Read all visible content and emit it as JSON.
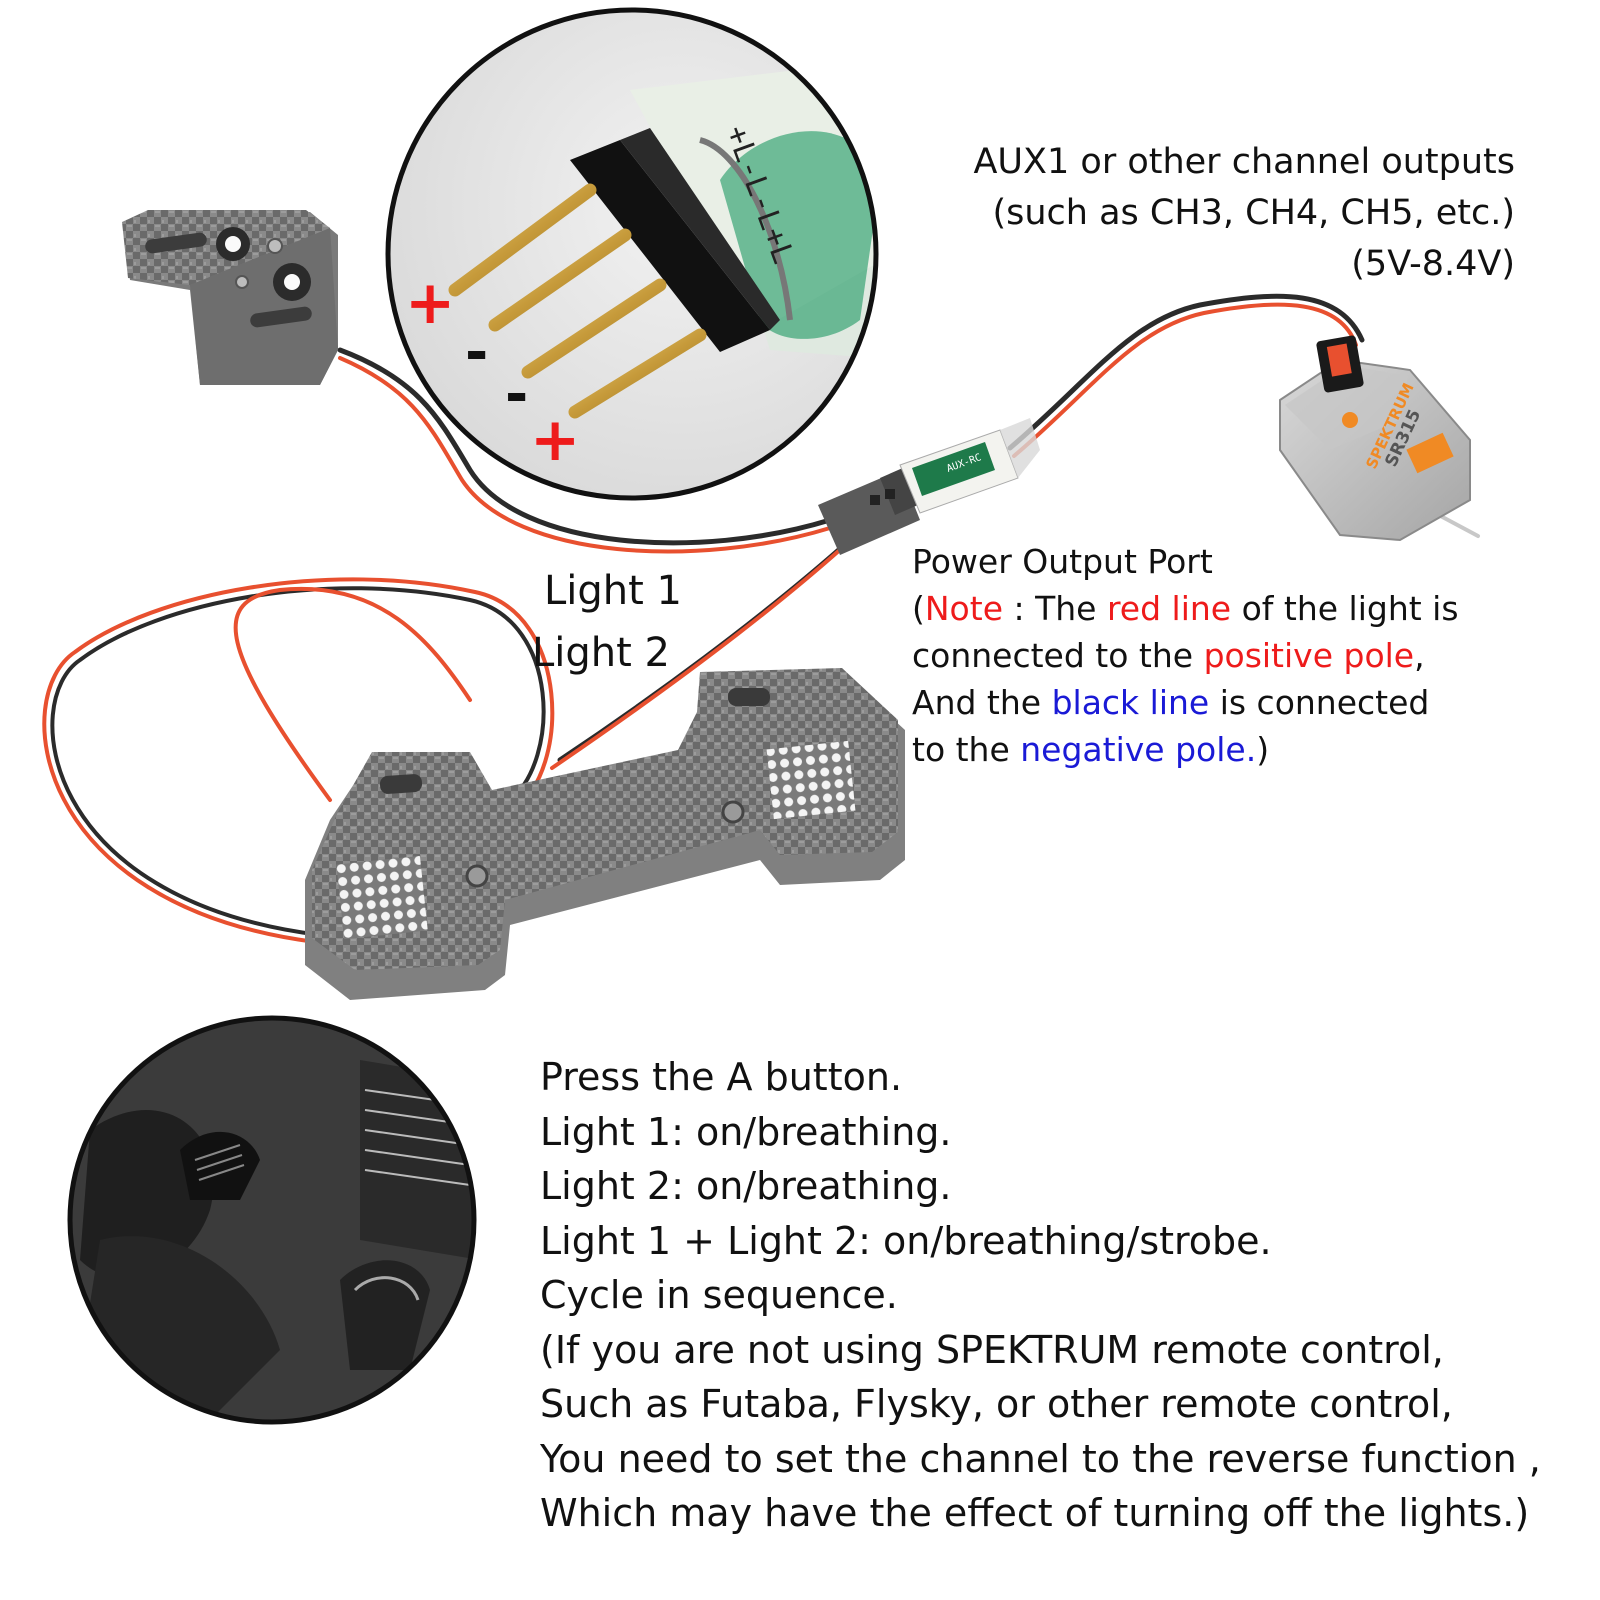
{
  "aux_label": {
    "line1": "AUX1 or other channel outputs",
    "line2": "(such as CH3, CH4, CH5, etc.)",
    "line3": "(5V-8.4V)"
  },
  "light_labels": {
    "light1": "Light 1",
    "light2": "Light 2"
  },
  "pin_signs": {
    "plus_top": "+",
    "minus_1": "-",
    "minus_2": "-",
    "plus_bottom": "+"
  },
  "connector_print": "+L-L-L+L",
  "module_print": "AUX-RC",
  "receiver_print": {
    "brand": "SPEKTRUM",
    "model": "SR315"
  },
  "power_note": {
    "title": "Power Output Port",
    "open_paren": "(",
    "note_word": "Note",
    "colon_the": " : The ",
    "red_line": "red line",
    "of_light_is": " of the light is",
    "connected_to_the": " connected to the ",
    "positive_pole": "positive pole",
    "comma": ",",
    "and_the": "And the ",
    "black_line": "black line",
    "is_connected": " is connected",
    "to_the": "to the ",
    "negative_pole": "negative pole.",
    "close_paren": ")"
  },
  "instructions": [
    "Press the A button.",
    "Light 1: on/breathing.",
    "Light 2: on/breathing.",
    "Light 1 + Light 2: on/breathing/strobe.",
    "Cycle in sequence.",
    "(If you are not using SPEKTRUM remote control,",
    "Such as Futaba, Flysky, or other remote control,",
    "You need to set the channel to the reverse function ,",
    "Which may have the effect of turning off the lights.)"
  ],
  "colors": {
    "red_text": "#ee1b1b",
    "blue_text": "#1a1ad6",
    "wire_red": "#e8502f",
    "wire_black": "#2b2b2b"
  }
}
